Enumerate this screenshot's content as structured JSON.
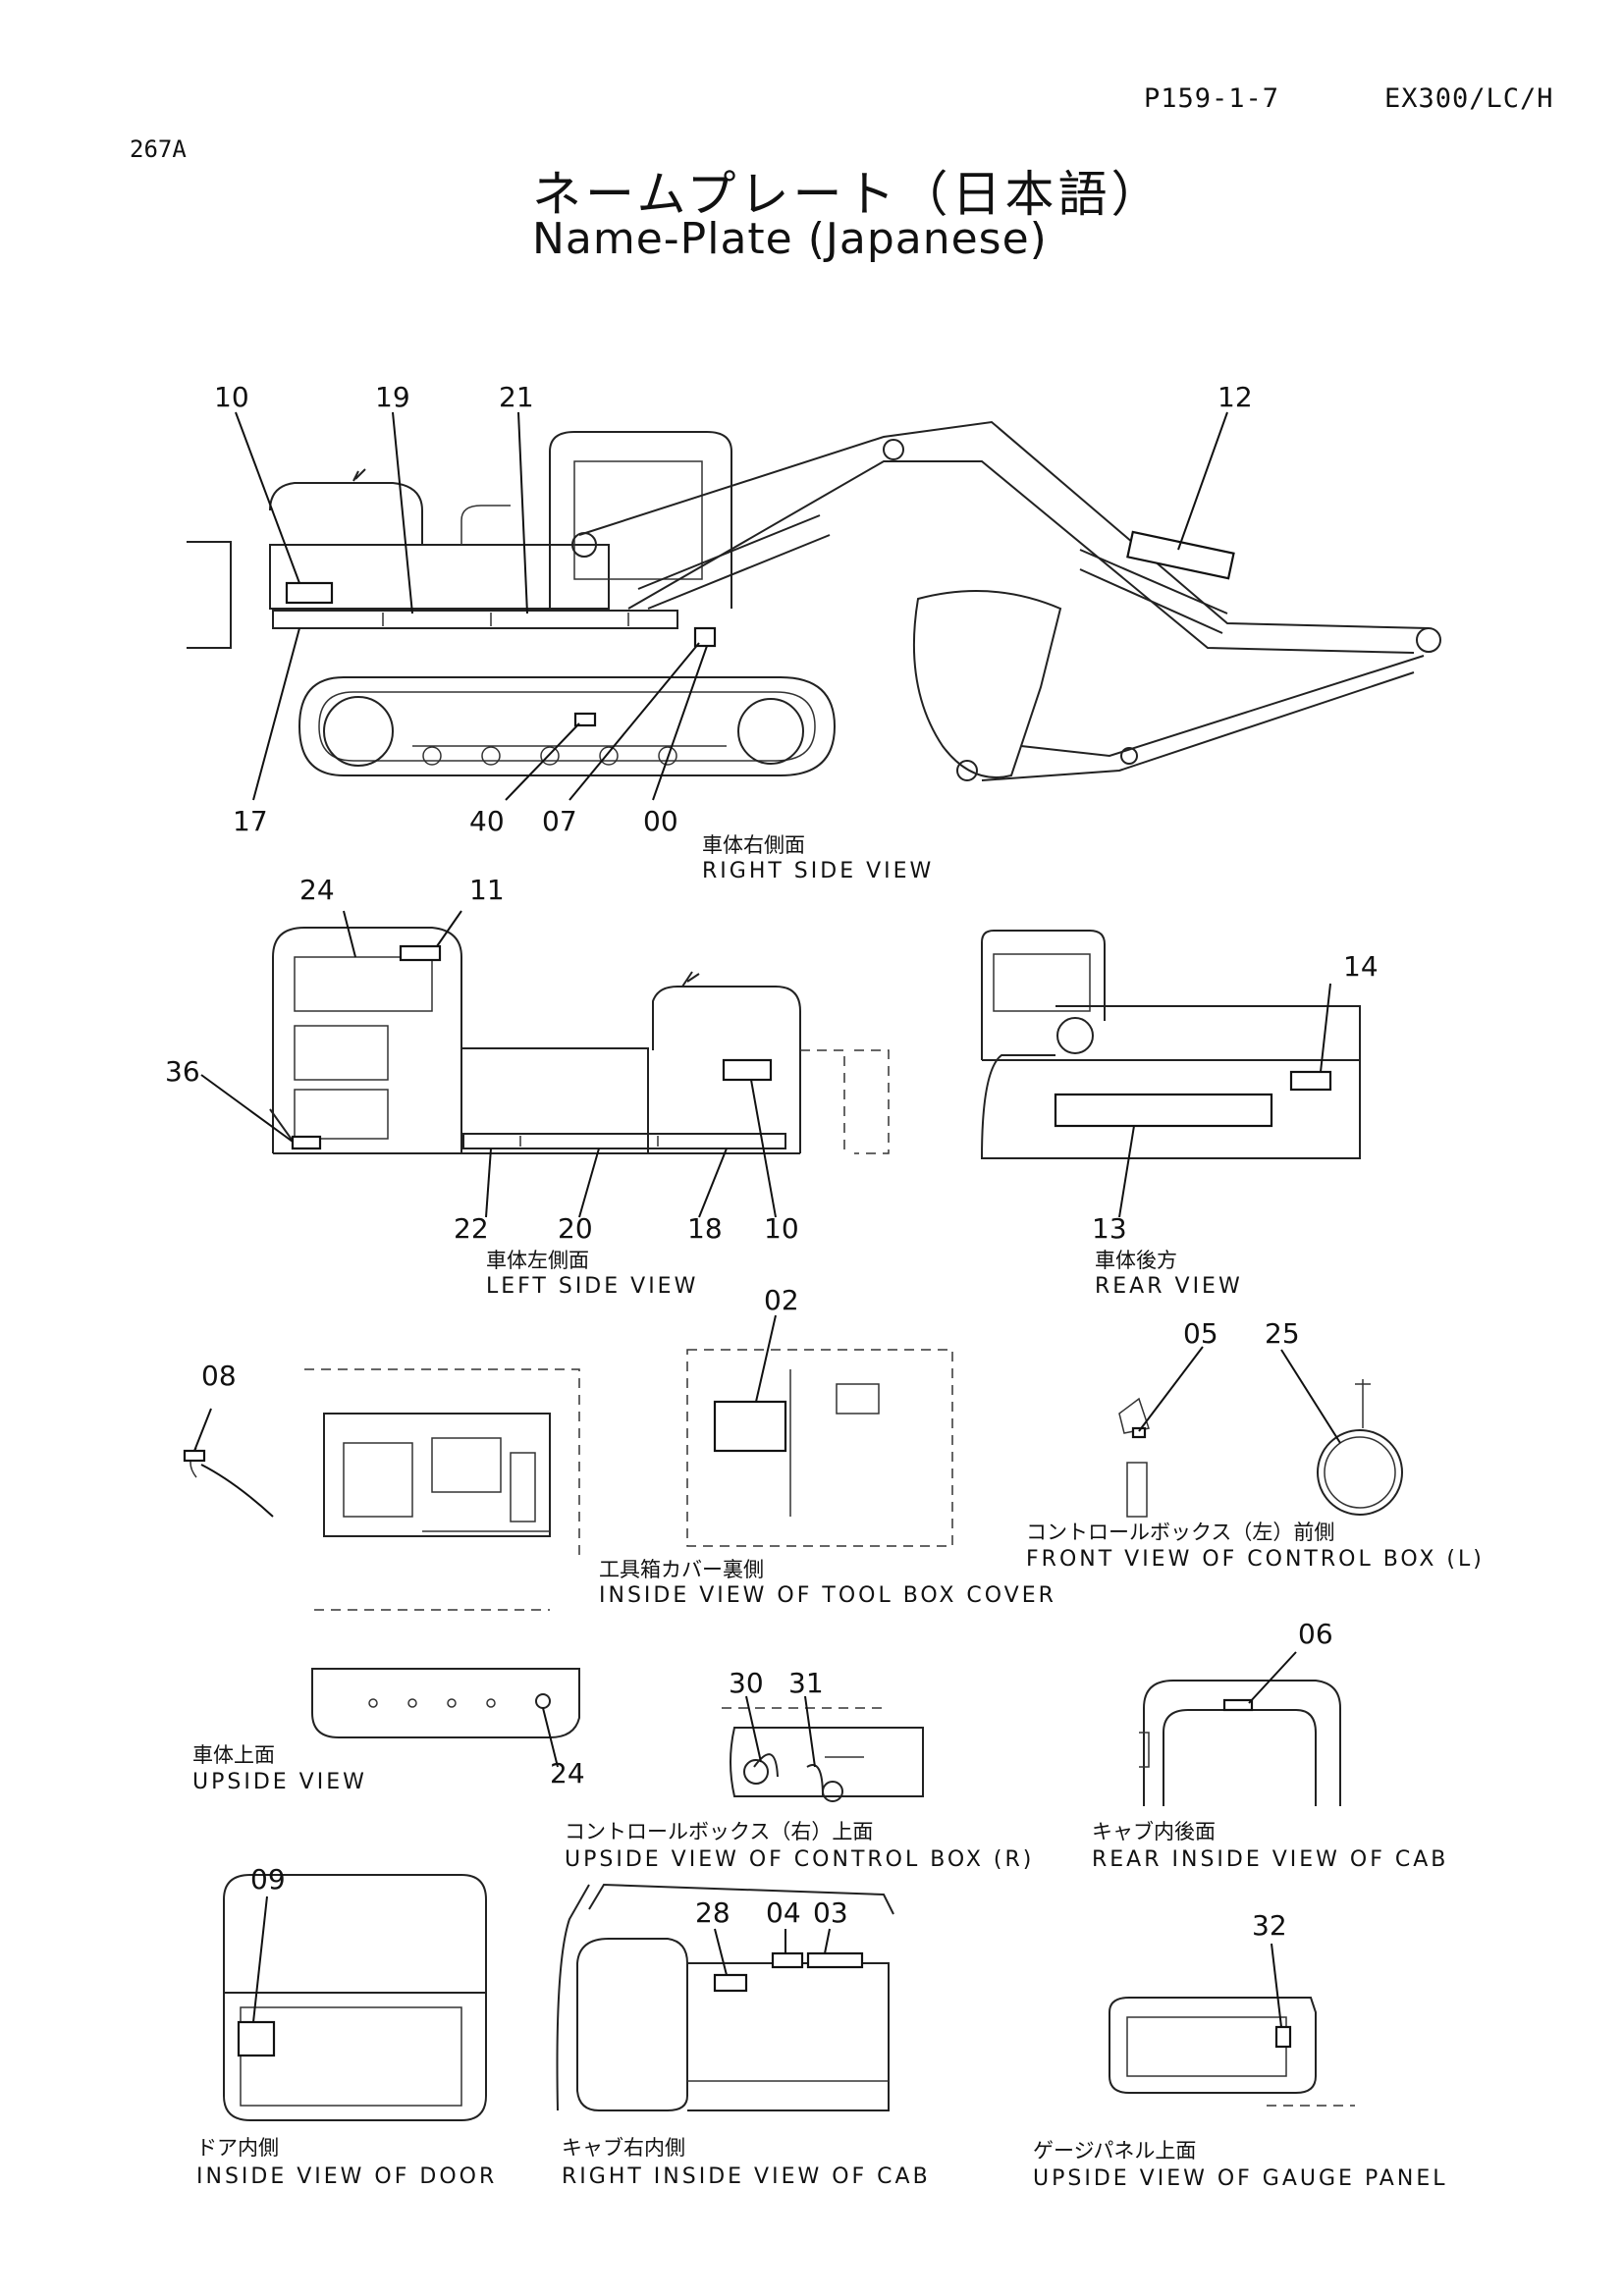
{
  "header": {
    "page_code": "P159-1-7",
    "model": "EX300/LC/H",
    "section": "267A"
  },
  "title": {
    "japanese": "ネームプレート（日本語）",
    "english": "Name-Plate (Japanese)"
  },
  "views": {
    "right_side": {
      "ja": "車体右側面",
      "en": "RIGHT SIDE VIEW"
    },
    "left_side": {
      "ja": "車体左側面",
      "en": "LEFT SIDE VIEW"
    },
    "rear": {
      "ja": "車体後方",
      "en": "REAR VIEW"
    },
    "upside": {
      "ja": "車体上面",
      "en": "UPSIDE VIEW"
    },
    "tool_box_cover": {
      "ja": "工具箱カバー裏側",
      "en": "INSIDE VIEW OF TOOL BOX COVER"
    },
    "control_box_l": {
      "ja": "コントロールボックス（左）前側",
      "en": "FRONT VIEW OF CONTROL BOX (L)"
    },
    "control_box_r": {
      "ja": "コントロールボックス（右）上面",
      "en": "UPSIDE VIEW OF CONTROL BOX (R)"
    },
    "rear_inside_cab": {
      "ja": "キャブ内後面",
      "en": "REAR INSIDE VIEW OF CAB"
    },
    "inside_door": {
      "ja": "ドア内側",
      "en": "INSIDE VIEW OF DOOR"
    },
    "right_inside_cab": {
      "ja": "キャブ右内側",
      "en": "RIGHT INSIDE VIEW OF CAB"
    },
    "gauge_panel": {
      "ja": "ゲージパネル上面",
      "en": "UPSIDE VIEW OF GAUGE PANEL"
    }
  },
  "callouts": {
    "c10a": "10",
    "c19": "19",
    "c21": "21",
    "c12": "12",
    "c17": "17",
    "c40": "40",
    "c07": "07",
    "c00": "00",
    "c24a": "24",
    "c11": "11",
    "c36": "36",
    "c22": "22",
    "c20": "20",
    "c18": "18",
    "c10b": "10",
    "c14": "14",
    "c13": "13",
    "c02": "02",
    "c05": "05",
    "c25": "25",
    "c08": "08",
    "c24b": "24",
    "c30": "30",
    "c31": "31",
    "c06": "06",
    "c09": "09",
    "c28": "28",
    "c04": "04",
    "c03": "03",
    "c32": "32"
  }
}
